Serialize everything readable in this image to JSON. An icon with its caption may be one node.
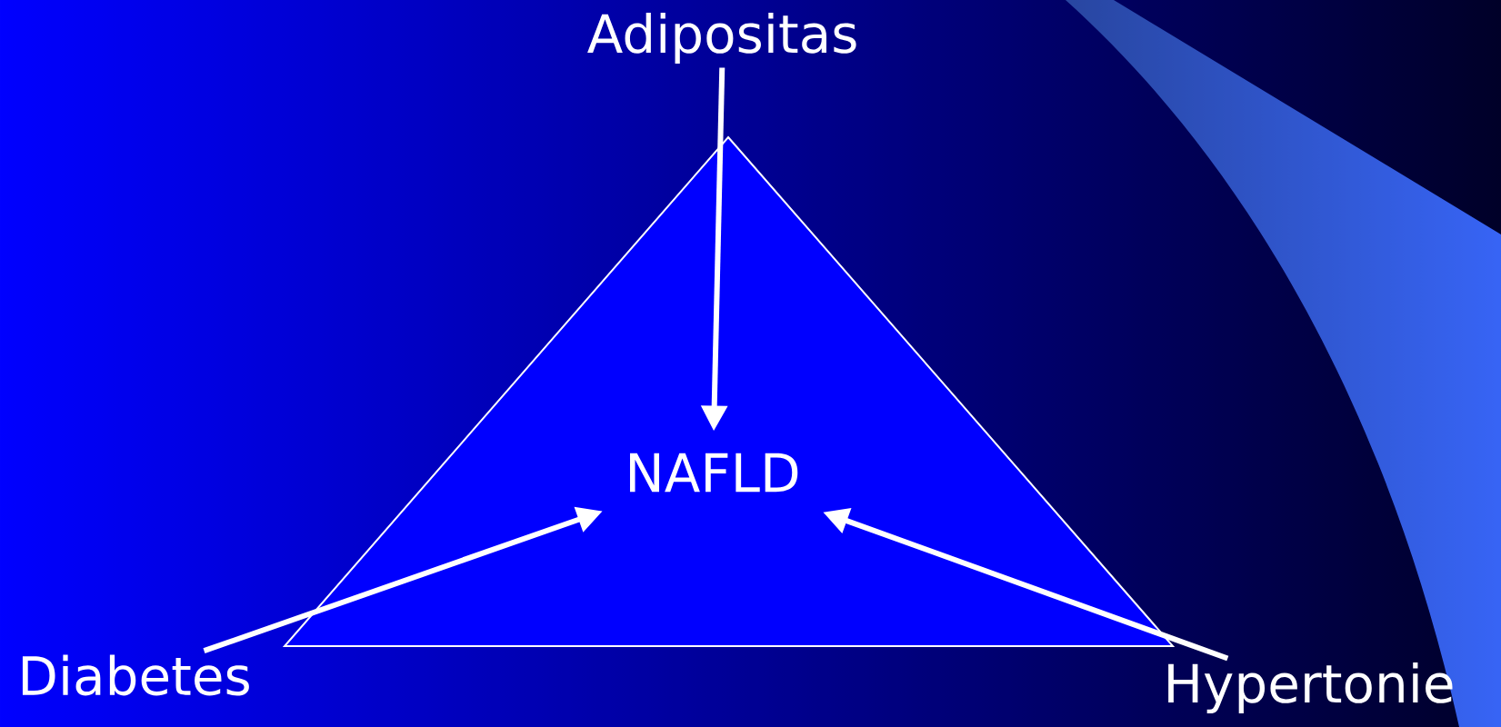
{
  "diagram": {
    "nodes": [
      {
        "text": [
          "Adipositas"
        ]
      },
      {
        "text": [
          "NAFLD"
        ]
      },
      {
        "text": [
          "Diabetes"
        ]
      },
      {
        "text": [
          "Hypertonie"
        ]
      }
    ],
    "edges": [
      {
        "from": 0,
        "to": 1,
        "arrow": "to"
      },
      {
        "from": 2,
        "to": 1,
        "arrow": "to"
      },
      {
        "from": 3,
        "to": 1,
        "arrow": "to"
      }
    ]
  }
}
